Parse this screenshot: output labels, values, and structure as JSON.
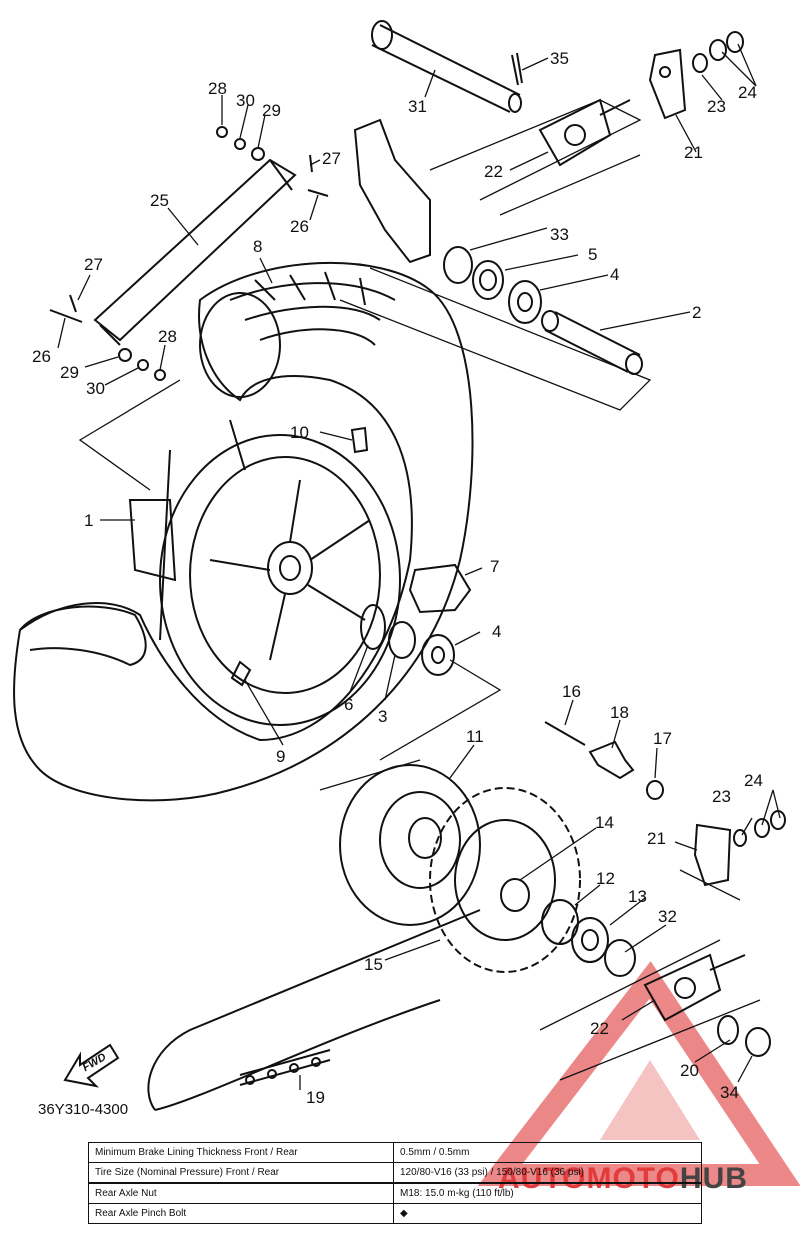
{
  "callouts": {
    "c1": "1",
    "c2": "2",
    "c3": "3",
    "c4a": "4",
    "c4b": "4",
    "c5": "5",
    "c6": "6",
    "c7": "7",
    "c8": "8",
    "c9": "9",
    "c10": "10",
    "c11": "11",
    "c12": "12",
    "c13": "13",
    "c14": "14",
    "c15": "15",
    "c16": "16",
    "c17": "17",
    "c18": "18",
    "c19": "19",
    "c20": "20",
    "c21a": "21",
    "c21b": "21",
    "c22a": "22",
    "c22b": "22",
    "c23a": "23",
    "c23b": "23",
    "c24a": "24",
    "c24b": "24",
    "c25": "25",
    "c26a": "26",
    "c26b": "26",
    "c27a": "27",
    "c27b": "27",
    "c28a": "28",
    "c28b": "28",
    "c29a": "29",
    "c29b": "29",
    "c30a": "30",
    "c30b": "30",
    "c31": "31",
    "c32": "32",
    "c33": "33",
    "c34": "34",
    "c35": "35"
  },
  "fwd_label": "FWD",
  "part_number": "36Y310-4300",
  "spec_table": [
    {
      "label": "Minimum Brake Lining Thickness Front / Rear",
      "value": "0.5mm / 0.5mm"
    },
    {
      "label": "Tire Size (Nominal Pressure) Front / Rear",
      "value": "120/80-V16 (33 psi) / 150/80-V16 (36 psi)"
    },
    {
      "label": "Rear Axle Nut",
      "value": "M18: 15.0 m-kg (110 ft/lb)"
    },
    {
      "label": "Rear Axle Pinch Bolt",
      "value": "◆"
    }
  ],
  "watermark": {
    "part1": "AUTOMOTO",
    "part2": "HUB",
    "color1": "#e23b3b",
    "color2": "#444444"
  }
}
